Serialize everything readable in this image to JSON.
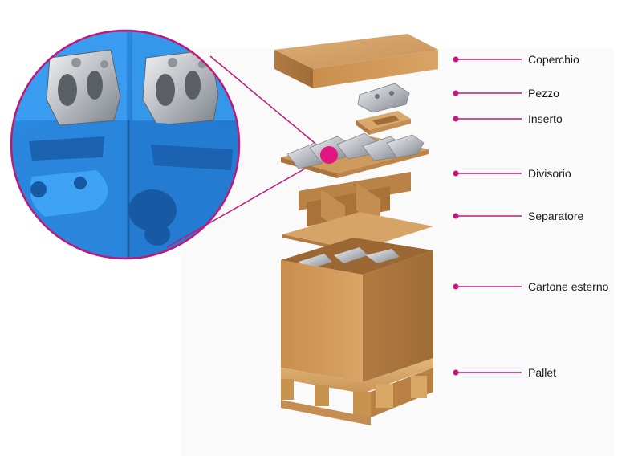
{
  "accent_color": "#c2177a",
  "callouts": [
    {
      "id": "lid",
      "label": "Coperchio"
    },
    {
      "id": "part",
      "label": "Pezzo"
    },
    {
      "id": "insert",
      "label": "Inserto"
    },
    {
      "id": "divider",
      "label": "Divisorio"
    },
    {
      "id": "separator",
      "label": "Separatore"
    },
    {
      "id": "outer-carton",
      "label": "Cartone esterno"
    },
    {
      "id": "pallet",
      "label": "Pallet"
    }
  ]
}
